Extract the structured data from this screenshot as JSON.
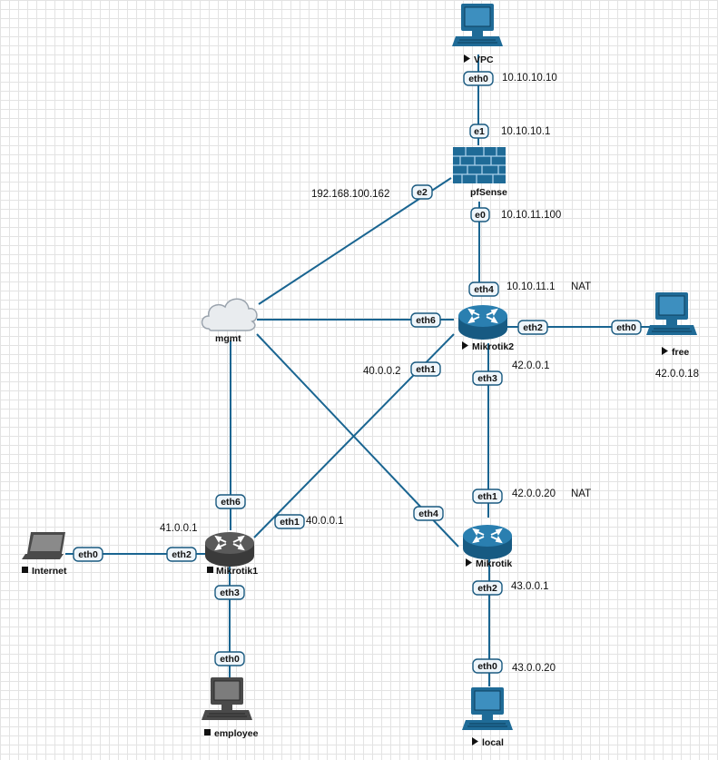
{
  "nodes": {
    "vpc": {
      "label": "VPC",
      "status": "running"
    },
    "pfsense": {
      "label": "pfSense"
    },
    "mgmt": {
      "label": "mgmt"
    },
    "mikrotik2": {
      "label": "Mikrotik2",
      "status": "running"
    },
    "free": {
      "label": "free",
      "status": "running"
    },
    "mikrotik": {
      "label": "Mikrotik",
      "status": "running"
    },
    "mikrotik1": {
      "label": "Mikrotik1",
      "status": "stopped"
    },
    "internet": {
      "label": "Internet",
      "status": "stopped"
    },
    "employee": {
      "label": "employee",
      "status": "stopped"
    },
    "local": {
      "label": "local",
      "status": "running"
    }
  },
  "interfaces": {
    "vpc_eth0": "eth0",
    "pf_e1": "e1",
    "pf_e2": "e2",
    "pf_e0": "e0",
    "m2_eth4": "eth4",
    "m2_eth6": "eth6",
    "m2_eth2": "eth2",
    "m2_eth1": "eth1",
    "m2_eth3": "eth3",
    "free_eth0": "eth0",
    "m_eth1": "eth1",
    "m_eth4": "eth4",
    "m_eth2": "eth2",
    "m1_eth6": "eth6",
    "m1_eth1": "eth1",
    "m1_eth2": "eth2",
    "m1_eth3": "eth3",
    "internet_eth0": "eth0",
    "employee_eth0": "eth0",
    "local_eth0": "eth0"
  },
  "ips": {
    "vpc_eth0": "10.10.10.10",
    "pf_e1": "10.10.10.1",
    "pf_e2": "192.168.100.162",
    "pf_e0": "10.10.11.100",
    "m2_eth4": "10.10.11.1",
    "m2_eth4_nat": "NAT",
    "m2_eth1": "40.0.0.2",
    "m2_eth3": "42.0.0.1",
    "free": "42.0.0.18",
    "m_eth1": "42.0.0.20",
    "m_eth1_nat": "NAT",
    "m_eth2": "43.0.0.1",
    "local": "43.0.0.20",
    "m1_eth2": "41.0.0.1",
    "m1_eth1": "40.0.0.1"
  },
  "colors": {
    "link": "#1a6591",
    "device_blue": "#1f6b97",
    "device_gray": "#4a4a4a",
    "firewall": "#1f6b97"
  }
}
